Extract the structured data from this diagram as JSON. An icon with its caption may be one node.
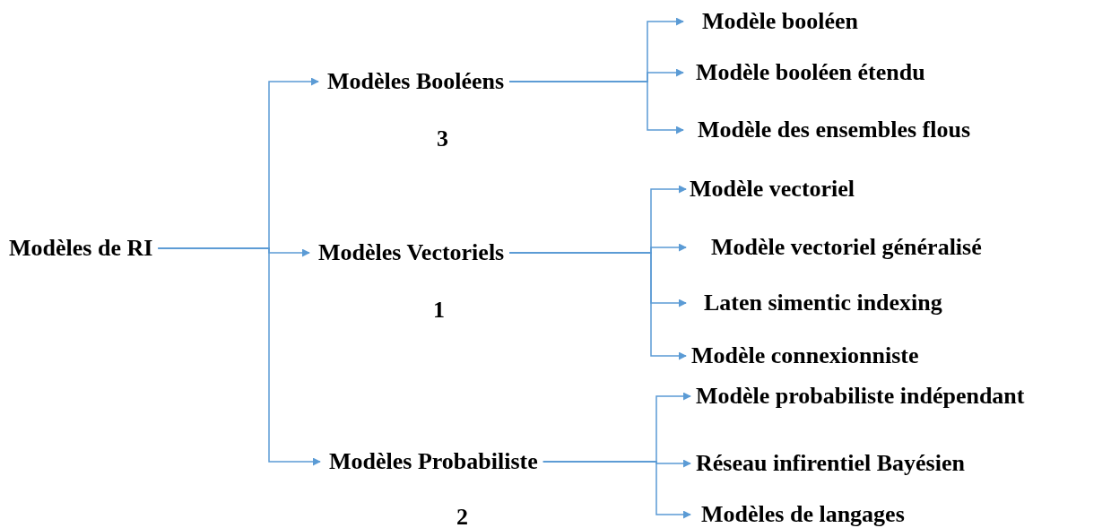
{
  "diagram": {
    "nodes": [
      {
        "text": [
          "Modèles de RI"
        ]
      },
      {
        "text": [
          "Modèles Booléens"
        ],
        "beside": [
          "3"
        ]
      },
      {
        "text": [
          "Modèles Vectoriels"
        ],
        "beside": [
          "1"
        ]
      },
      {
        "text": [
          "Modèles Probabiliste"
        ],
        "beside": [
          "2"
        ]
      },
      {
        "text": [
          "Modèle booléen"
        ]
      },
      {
        "text": [
          "Modèle booléen étendu"
        ]
      },
      {
        "text": [
          "Modèle des ensembles flous"
        ]
      },
      {
        "text": [
          "Modèle vectoriel"
        ]
      },
      {
        "text": [
          "Modèle vectoriel généralisé"
        ]
      },
      {
        "text": [
          "Laten simentic indexing"
        ]
      },
      {
        "text": [
          "Modèle connexionniste"
        ]
      },
      {
        "text": [
          "Modèle probabiliste indépendant"
        ]
      },
      {
        "text": [
          "Réseau infirentiel Bayésien"
        ]
      },
      {
        "text": [
          "Modèles de langages"
        ]
      }
    ],
    "edges": [
      {
        "from": 0,
        "to": 1,
        "arrow": "to"
      },
      {
        "from": 0,
        "to": 2,
        "arrow": "to"
      },
      {
        "from": 0,
        "to": 3,
        "arrow": "to"
      },
      {
        "from": 1,
        "to": 4,
        "arrow": "to"
      },
      {
        "from": 1,
        "to": 5,
        "arrow": "to"
      },
      {
        "from": 1,
        "to": 6,
        "arrow": "to"
      },
      {
        "from": 2,
        "to": 7,
        "arrow": "to"
      },
      {
        "from": 2,
        "to": 8,
        "arrow": "to"
      },
      {
        "from": 2,
        "to": 9,
        "arrow": "to"
      },
      {
        "from": 2,
        "to": 10,
        "arrow": "to"
      },
      {
        "from": 3,
        "to": 11,
        "arrow": "to"
      },
      {
        "from": 3,
        "to": 12,
        "arrow": "to"
      },
      {
        "from": 3,
        "to": 13,
        "arrow": "to"
      }
    ]
  }
}
